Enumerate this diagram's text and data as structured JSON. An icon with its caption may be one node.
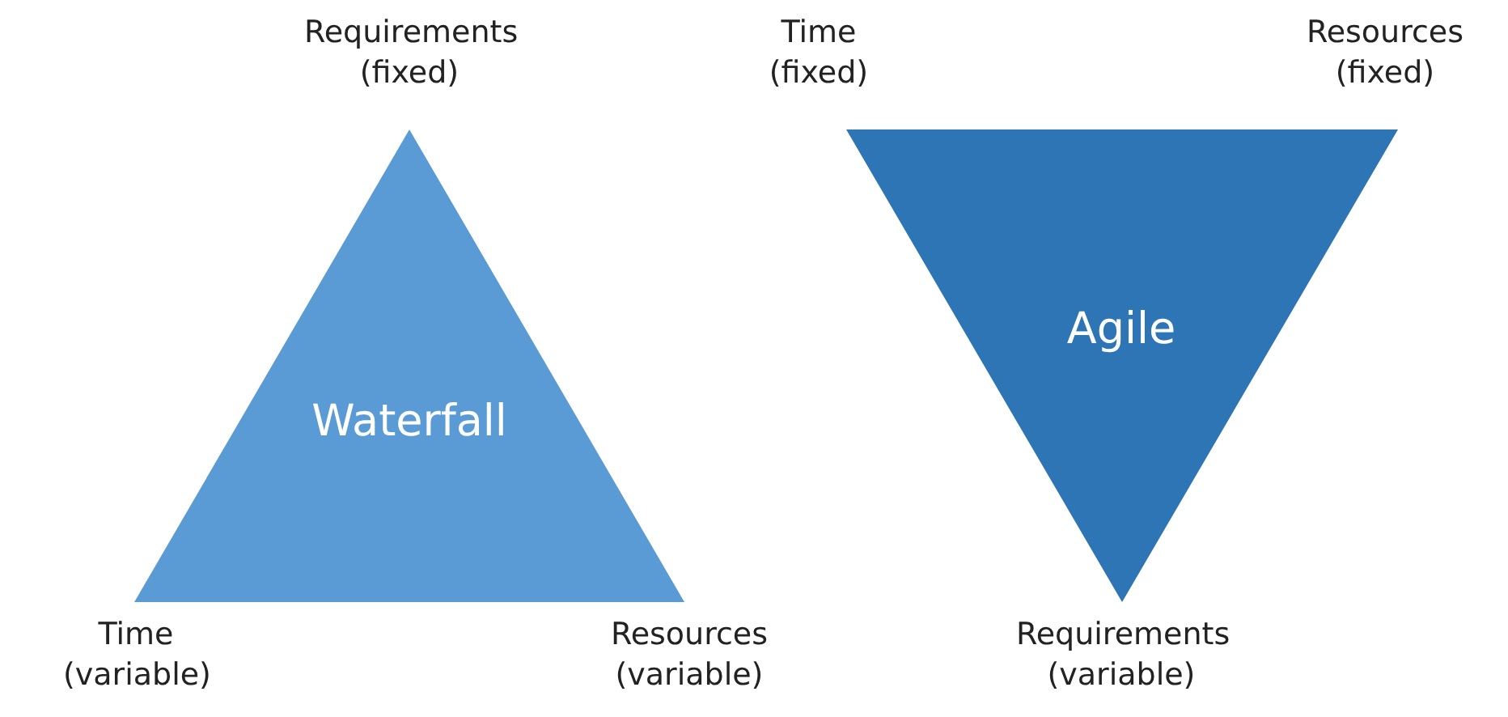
{
  "diagram": {
    "nodes": [
      {
        "text": [
          "Waterfall"
        ]
      },
      {
        "text": [
          "Agile"
        ]
      }
    ],
    "edges": [],
    "labels": [
      "Requirements (fixed)",
      "Time (fixed)",
      "Resources (fixed)",
      "Time (variable)",
      "Resources (variable)",
      "Requirements (variable)"
    ]
  }
}
